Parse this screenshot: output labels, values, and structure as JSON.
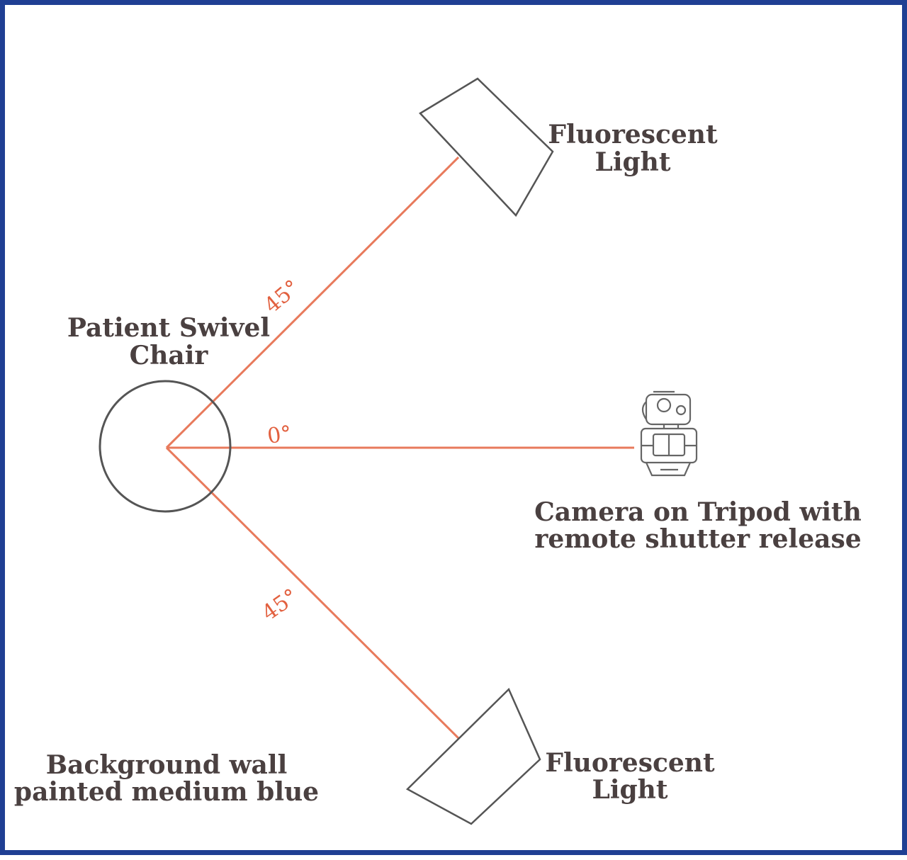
{
  "colors": {
    "border": "#1f3f93",
    "ray": "#e87a5c",
    "angle_text": "#e2603f",
    "outline": "#555555",
    "label": "#4a4040"
  },
  "labels": {
    "chair": [
      "Patient Swivel",
      "Chair"
    ],
    "light_top": [
      "Fluorescent",
      "Light"
    ],
    "light_bottom": [
      "Fluorescent",
      "Light"
    ],
    "camera": [
      "Camera on Tripod with",
      "remote shutter release"
    ],
    "background": [
      "Background wall",
      "painted medium blue"
    ]
  },
  "angles": {
    "top": "45°",
    "middle": "0°",
    "bottom": "45°"
  },
  "icons": {
    "camera": "camera-icon"
  }
}
